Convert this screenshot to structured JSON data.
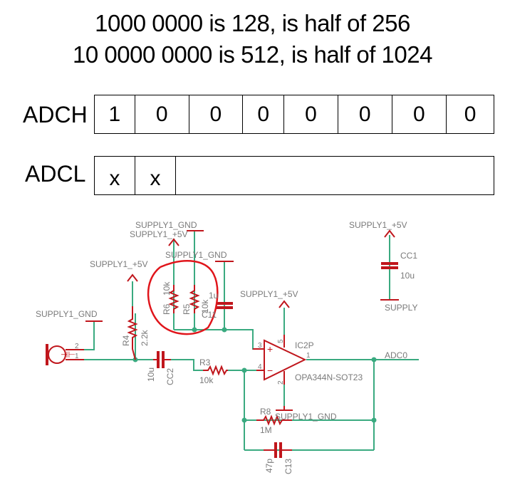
{
  "header": {
    "line1": "1000 0000 is 128, is half of 256",
    "line2": "10 0000 0000 is 512, is half of 1024"
  },
  "registers": {
    "adch": {
      "label": "ADCH",
      "bits": [
        "1",
        "0",
        "0",
        "0",
        "0",
        "0",
        "0",
        "0"
      ]
    },
    "adcl": {
      "label": "ADCL",
      "bits": [
        "x",
        "x",
        ""
      ]
    }
  },
  "schematic": {
    "colors": {
      "wire": "#3aaa80",
      "part": "#c0161c",
      "label": "#7a7a7a",
      "annotation": "#e0151b"
    },
    "labels": {
      "gnd_top": "SUPPLY1_GND",
      "vcc_top": "SUPPLY1_+5V",
      "gnd_c11": "SUPPLY1_GND",
      "vcc_r4": "SUPPLY1_+5V",
      "gnd_mic": "SUPPLY1_GND",
      "vcc_opamp": "SUPPLY1_+5V",
      "vcc_cc1": "SUPPLY1_+5V",
      "gnd_cc1": "SUPPLY",
      "gnd_opamp": "SUPPLY1_GND",
      "adc0": "ADC0"
    },
    "components": {
      "r6": {
        "name": "R6",
        "value": "10k"
      },
      "r5": {
        "name": "R5",
        "value": "10k"
      },
      "c11": {
        "name": "C11",
        "value": "1u"
      },
      "r4": {
        "name": "R4",
        "value": "2.2k"
      },
      "cc2": {
        "name": "CC2",
        "value": "10u"
      },
      "r3": {
        "name": "R3",
        "value": "10k"
      },
      "r8": {
        "name": "R8",
        "value": "1M"
      },
      "c13": {
        "name": "C13",
        "value": "47p"
      },
      "cc1": {
        "name": "CC1",
        "value": "10u"
      },
      "ic": {
        "name": "IC2P",
        "value": "OPA344N-SOT23"
      }
    },
    "pins": {
      "mic1": "1",
      "mic2": "2",
      "op_plus": "3",
      "op_minus": "4",
      "op_out": "1",
      "op_vcc": "5",
      "op_gnd": "2"
    }
  }
}
